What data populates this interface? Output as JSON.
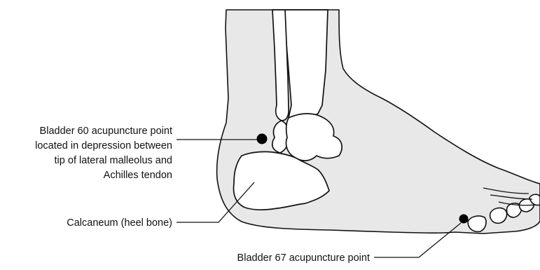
{
  "diagram": {
    "labels": {
      "bl60": [
        "Bladder 60 acupuncture point",
        "located in depression between",
        "tip of lateral malleolus and",
        "Achilles tendon"
      ],
      "calcaneum": "Calcaneum (heel bone)",
      "bl67": "Bladder 67 acupuncture point"
    },
    "colors": {
      "skin": "#e8e8e8",
      "outline": "#111111",
      "bone": "#ffffff",
      "point": "#000000"
    }
  }
}
